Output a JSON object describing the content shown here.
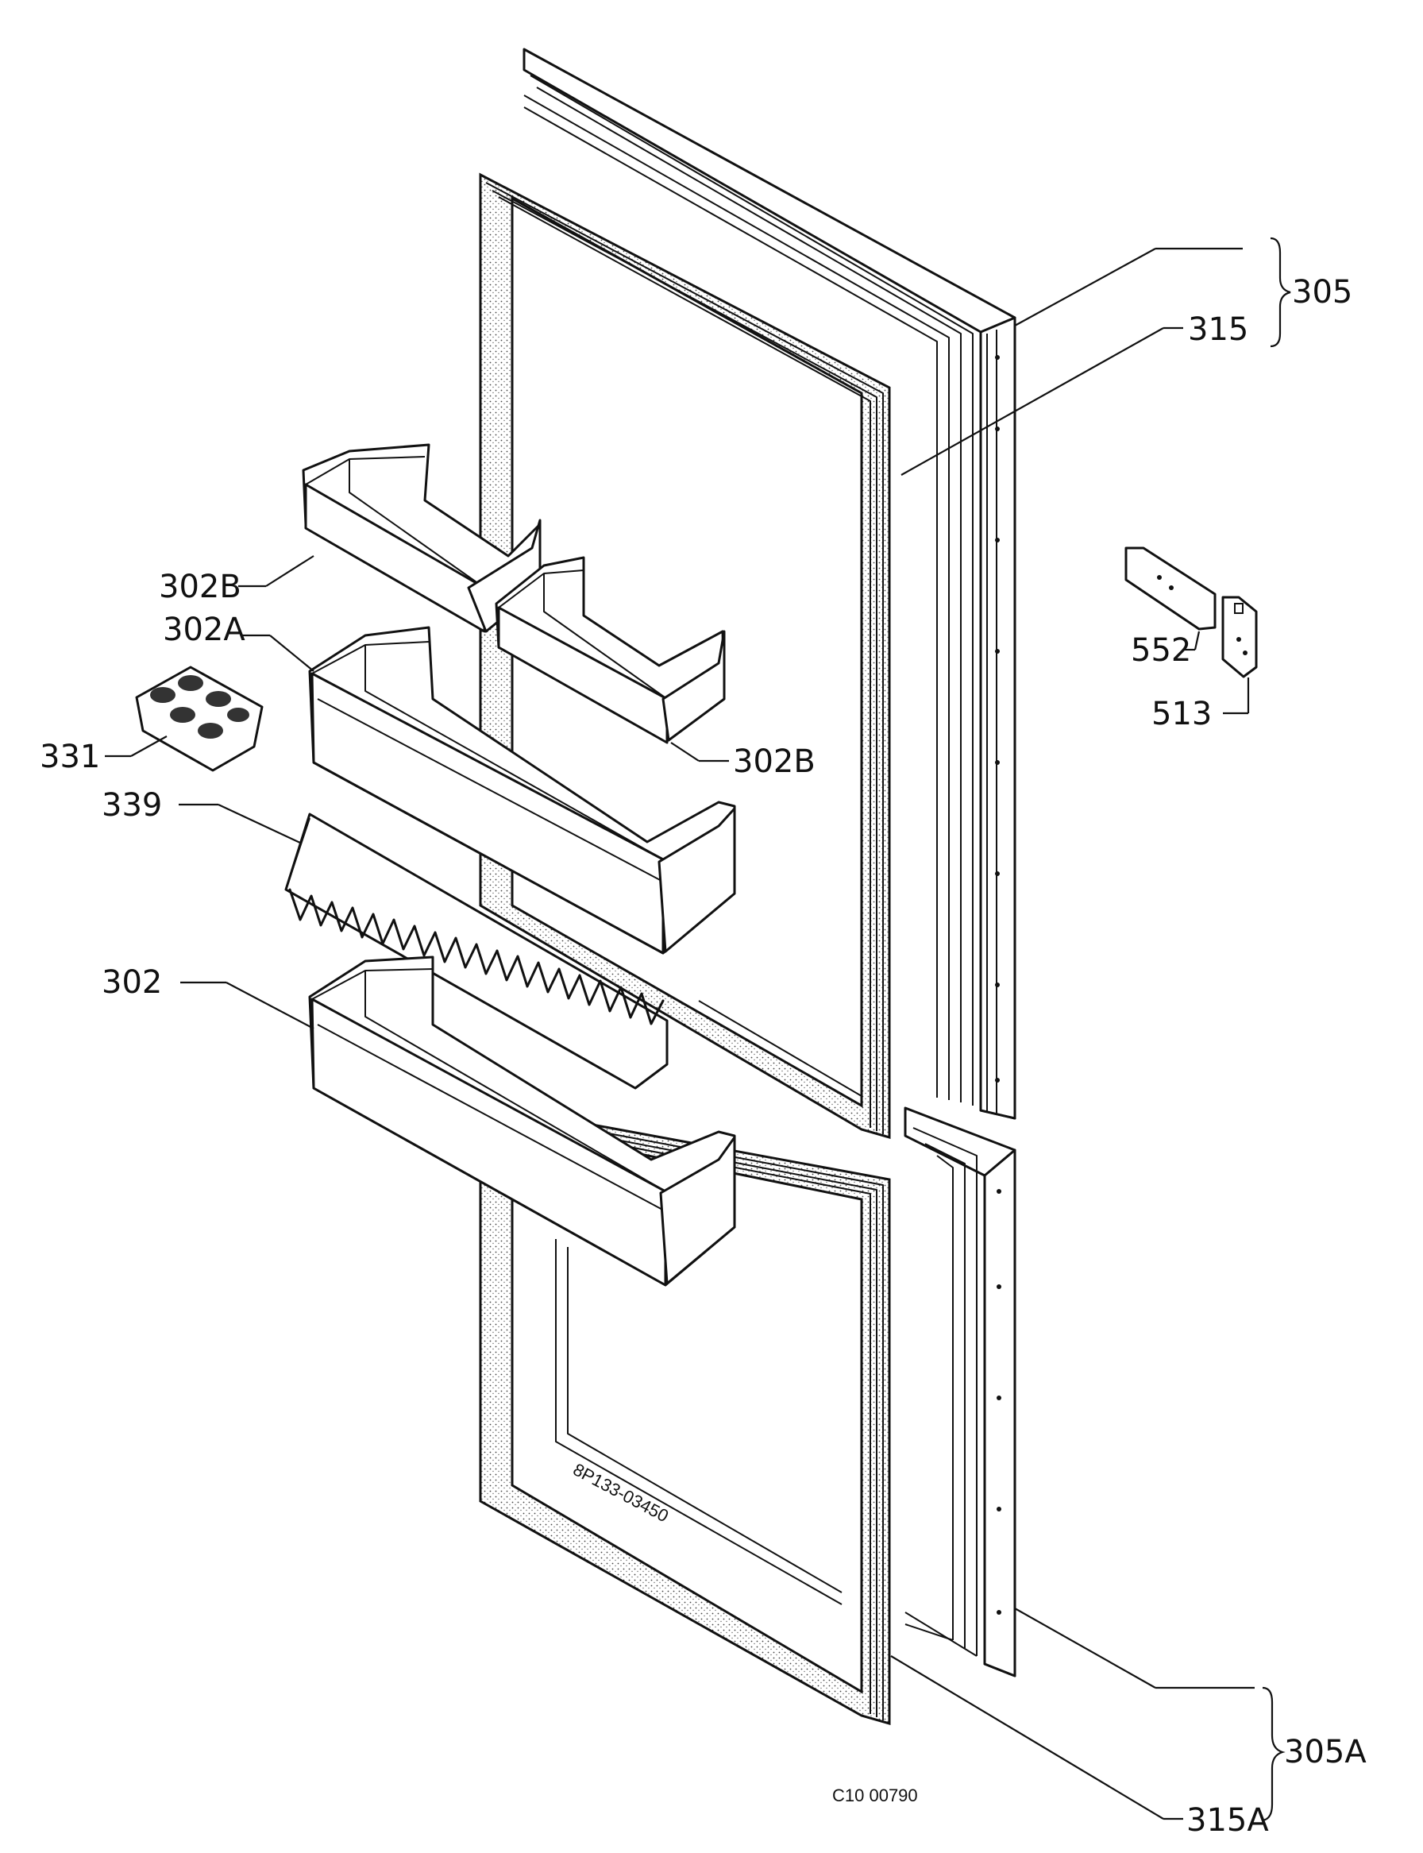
{
  "diagram": {
    "reference_code": "C10 00790",
    "stamp_text": "8P133-03450",
    "labels": {
      "l305": "305",
      "l315": "315",
      "l302b_upper": "302B",
      "l302a": "302A",
      "l331": "331",
      "l302b_right": "302B",
      "l339": "339",
      "l302": "302",
      "l552": "552",
      "l513": "513",
      "l305a": "305A",
      "l315a": "315A"
    }
  }
}
